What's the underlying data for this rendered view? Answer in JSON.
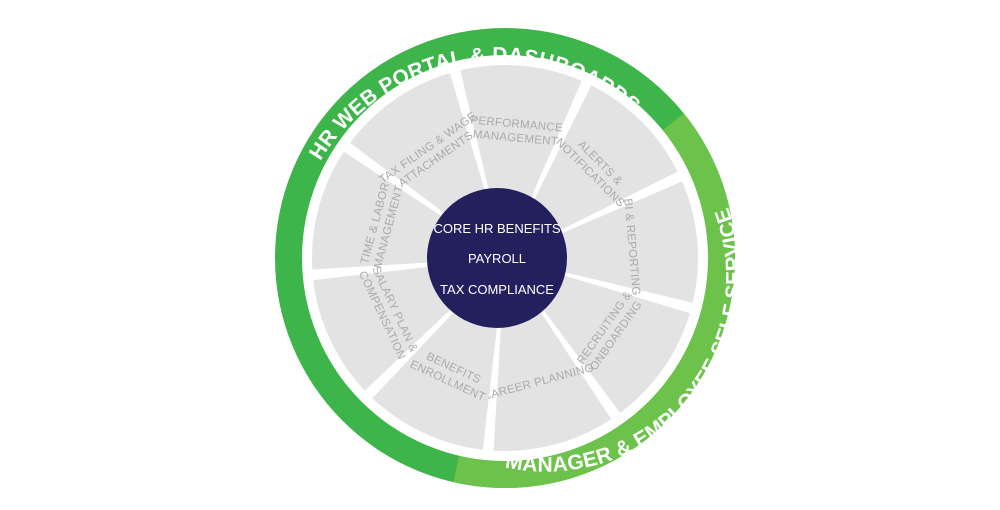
{
  "colors": {
    "outer_ring_dark": "#3db54a",
    "outer_ring_light": "#6cc24a",
    "segment_fill": "#e3e3e3",
    "segment_text": "#aaaaaa",
    "core_fill": "#24205e",
    "white": "#ffffff"
  },
  "outer_ring": {
    "top_label": "HR WEB PORTAL & DASHBOARDS",
    "bottom_label": "MANAGER & EMPLOYEE SELF SERVICE"
  },
  "core": {
    "lines": [
      "CORE HR BENEFITS",
      "PAYROLL",
      "TAX COMPLIANCE"
    ]
  },
  "segments": [
    {
      "lines": [
        "PERFORMANCE",
        "MANAGEMENT"
      ]
    },
    {
      "lines": [
        "ALERTS &",
        "NOTIFICATIONS"
      ]
    },
    {
      "lines": [
        "BI & REPORTING"
      ]
    },
    {
      "lines": [
        "RECRUITING &",
        "ONBOARDING"
      ]
    },
    {
      "lines": [
        "CAREER PLANNING"
      ]
    },
    {
      "lines": [
        "BENEFITS",
        "ENROLLMENT"
      ]
    },
    {
      "lines": [
        "SALARY PLAN &",
        "COMPENSATION"
      ]
    },
    {
      "lines": [
        "TIME & LABOR",
        "MANAGEMENT"
      ]
    },
    {
      "lines": [
        "TAX FILING & WAGE",
        "ATTACHMENTS"
      ]
    }
  ]
}
